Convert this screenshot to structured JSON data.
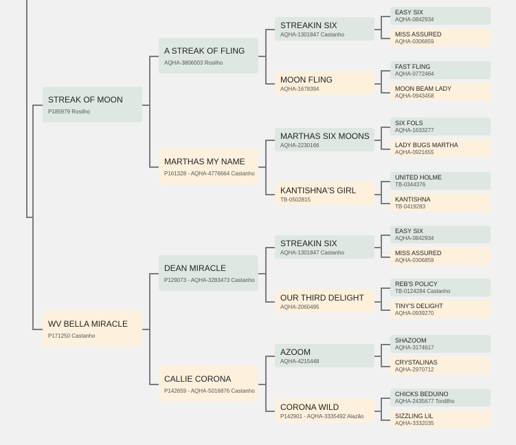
{
  "pedigree": {
    "g1": [
      {
        "name": "STREAK OF MOON",
        "info": "P185979 Rosilho"
      },
      {
        "name": "WV BELLA MIRACLE",
        "info": "P171250 Castanho"
      }
    ],
    "g2": [
      {
        "name": "A STREAK OF FLING",
        "info": "AQHA-3806003 Rosilho"
      },
      {
        "name": "MARTHAS MY NAME",
        "info": "P161328 - AQHA-4776664 Castanho"
      },
      {
        "name": "DEAN MIRACLE",
        "info": "P129073 - AQHA-3283473 Castanho"
      },
      {
        "name": "CALLIE CORONA",
        "info": "P142659 - AQHA-5016876 Castanho"
      }
    ],
    "g3": [
      {
        "name": "STREAKIN SIX",
        "info": "AQHA-1301847 Castanho"
      },
      {
        "name": "MOON FLING",
        "info": "AQHA-1678394"
      },
      {
        "name": "MARTHAS SIX MOONS",
        "info": "AQHA-2230166"
      },
      {
        "name": "KANTISHNA'S GIRL",
        "info": "TB-0502815"
      },
      {
        "name": "STREAKIN SIX",
        "info": "AQHA-1301847 Castanho"
      },
      {
        "name": "OUR THIRD DELIGHT",
        "info": "AQHA-2060495"
      },
      {
        "name": "AZOOM",
        "info": "AQHA-4215448"
      },
      {
        "name": "CORONA WILD",
        "info": "P142901 - AQHA-3335492 Alazão"
      }
    ],
    "g4": [
      {
        "name": "EASY SIX",
        "info": "AQHA-0842934"
      },
      {
        "name": "MISS ASSURED",
        "info": "AQHA-0306859"
      },
      {
        "name": "FAST FLING",
        "info": "AQHA-0772464"
      },
      {
        "name": "MOON BEAM LADY",
        "info": "AQHA-0943458"
      },
      {
        "name": "SIX FOLS",
        "info": "AQHA-1633277"
      },
      {
        "name": "LADY BUGS MARTHA",
        "info": "AQHA-0921655"
      },
      {
        "name": "UNITED HOLME",
        "info": "TB-0344376"
      },
      {
        "name": "KANTISHNA",
        "info": "TB-0419283"
      },
      {
        "name": "EASY SIX",
        "info": "AQHA-0842934"
      },
      {
        "name": "MISS ASSURED",
        "info": "AQHA-0306859"
      },
      {
        "name": "REB'S POLICY",
        "info": "TB-0124284 Castanho"
      },
      {
        "name": "TINY'S DELIGHT",
        "info": "AQHA-0939270"
      },
      {
        "name": "SHAZOOM",
        "info": "AQHA-3174617"
      },
      {
        "name": "CRYSTALINAS",
        "info": "AQHA-2970712"
      },
      {
        "name": "CHICKS BEDUINO",
        "info": "AQHA-2435677 Tordilho"
      },
      {
        "name": "SIZZLING LIL",
        "info": "AQHA-3332035"
      }
    ]
  },
  "colors": {
    "sire_box": "#dfe7e2",
    "dam_box": "#fdf0dc",
    "connector": "#7a7a7a",
    "background": "#f1f1f1"
  }
}
